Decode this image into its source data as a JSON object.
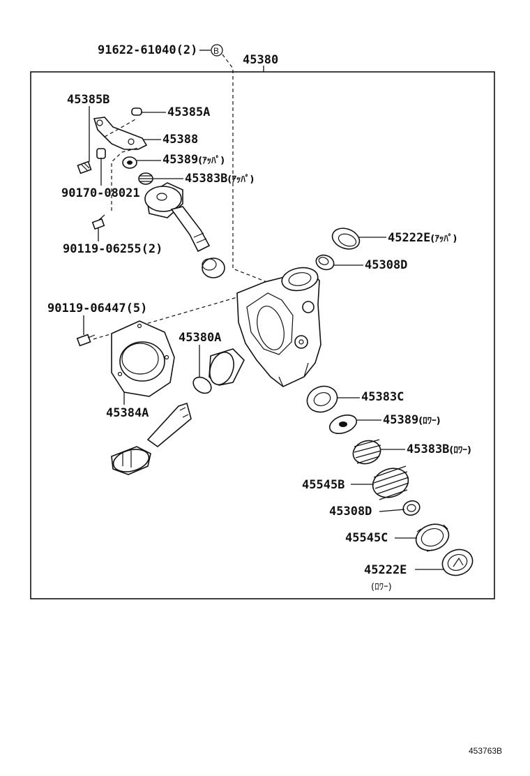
{
  "assembly": {
    "number": "45380"
  },
  "callouts": {
    "bolt_top": {
      "number": "91622-61040",
      "qty": "(2)",
      "symbol": "B"
    },
    "p45385B": {
      "number": "45385B"
    },
    "p45385A": {
      "number": "45385A"
    },
    "p45388": {
      "number": "45388"
    },
    "p45389_upper": {
      "number": "45389",
      "note": "(ｱｯﾊﾟ)"
    },
    "p45383B_upper": {
      "number": "45383B",
      "note": "(ｱｯﾊﾟ)"
    },
    "p90170": {
      "number": "90170-08021"
    },
    "p90119_06255": {
      "number": "90119-06255",
      "qty": "(2)"
    },
    "p45222E_upper": {
      "number": "45222E",
      "note": "(ｱｯﾊﾟ)"
    },
    "p45308D_upper": {
      "number": "45308D"
    },
    "p90119_06447": {
      "number": "90119-06447",
      "qty": "(5)"
    },
    "p45380A": {
      "number": "45380A"
    },
    "p45384A": {
      "number": "45384A"
    },
    "p45383C": {
      "number": "45383C"
    },
    "p45389_lower": {
      "number": "45389",
      "note": "(ﾛﾜｰ)"
    },
    "p45383B_lower": {
      "number": "45383B",
      "note": "(ﾛﾜｰ)"
    },
    "p45545B": {
      "number": "45545B"
    },
    "p45308D_lower": {
      "number": "45308D"
    },
    "p45545C": {
      "number": "45545C"
    },
    "p45222E_lower": {
      "number": "45222E",
      "note": "(ﾛﾜｰ)"
    }
  },
  "footer": {
    "drawing_id": "453763B"
  }
}
